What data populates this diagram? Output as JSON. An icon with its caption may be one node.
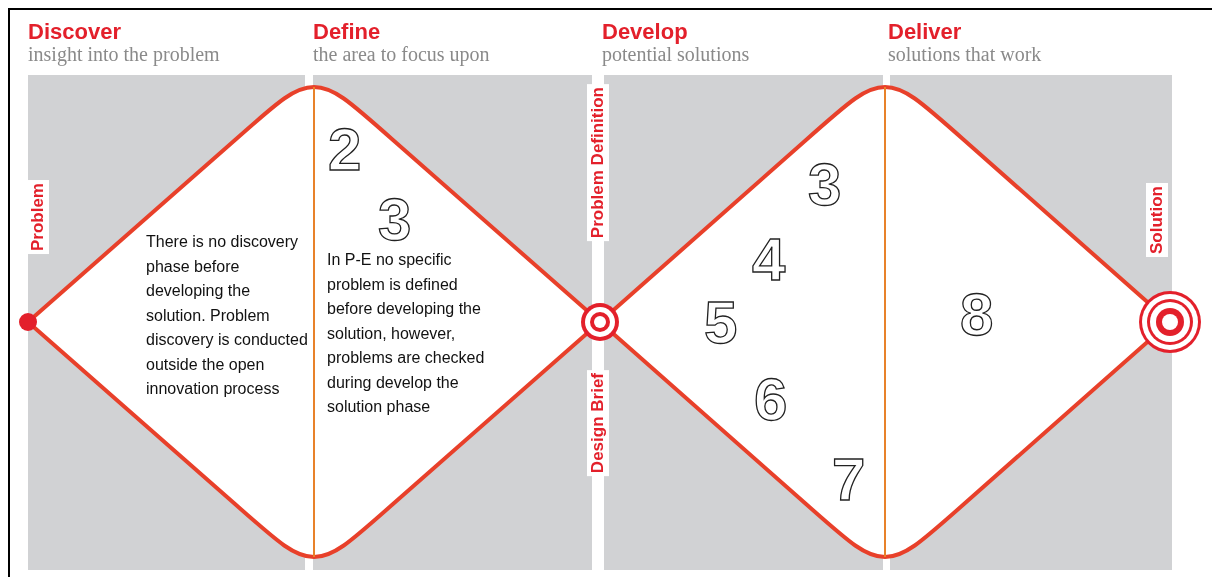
{
  "diagram": {
    "nodes": [
      {
        "text": [
          "There is no discovery phase before developing the solution. Problem discovery is conducted outside the open innovation process",
          "2",
          "3",
          "In P-E no specific problem is defined before developing the  solution, however, problems are checked during develop the solution phase"
        ]
      },
      {
        "text": [
          "3",
          "4",
          "5",
          "6",
          "7",
          "8"
        ]
      }
    ],
    "labels": [
      "Discover",
      "insight into the problem",
      "Define",
      "the area to focus upon",
      "Develop",
      "potential solutions",
      "Deliver",
      "solutions that work",
      "Problem",
      "Problem Definition",
      "Design Brief",
      "Solution"
    ]
  }
}
